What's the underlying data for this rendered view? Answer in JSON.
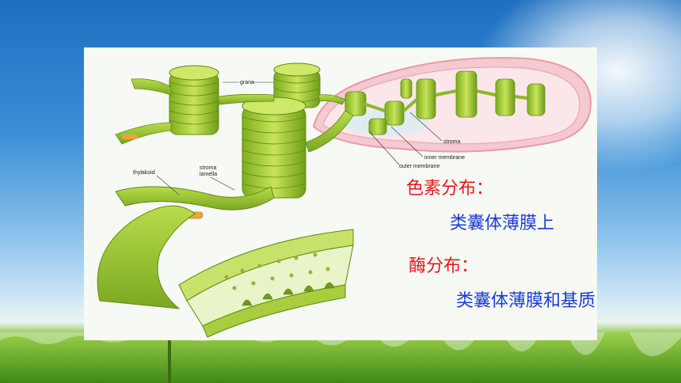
{
  "diagram": {
    "labels": {
      "grana": "grana",
      "thylakoid": "thylakoid",
      "stroma_lamella_1": "stroma",
      "stroma_lamella_2": "lamella",
      "stroma": "stroma",
      "inner_membrane": "inner membrane",
      "outer_membrane": "outer membrane"
    }
  },
  "text": {
    "pigment_heading": "色素分布：",
    "pigment_location": "类囊体薄膜上",
    "enzyme_heading": "酶分布：",
    "enzyme_location": "类囊体薄膜和基质"
  },
  "colors": {
    "heading": "#e8161c",
    "body": "#1a3bd6",
    "thylakoid_green": "#9bc72a",
    "membrane_pink": "#f2b6c0"
  }
}
